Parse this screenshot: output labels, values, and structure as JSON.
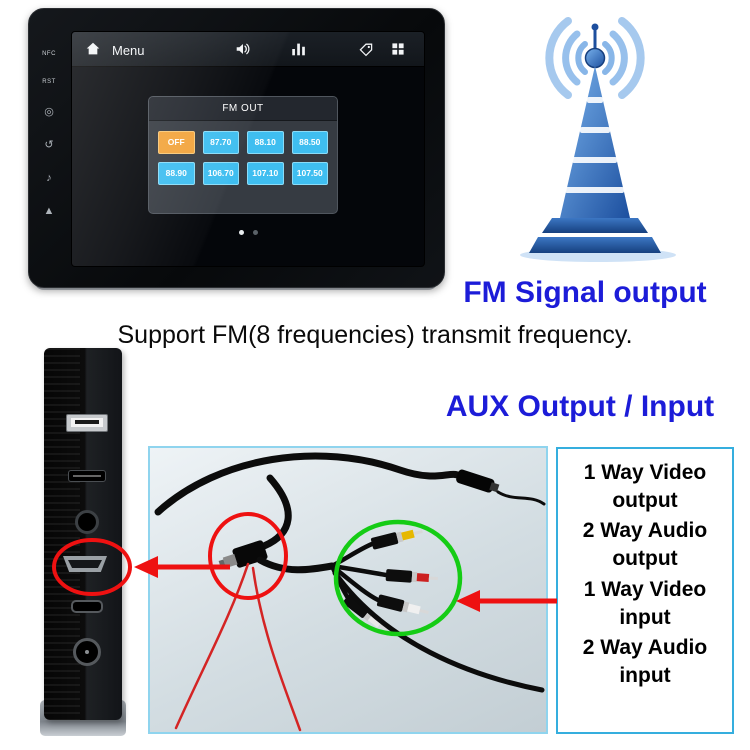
{
  "device": {
    "bezel": {
      "labels": [
        "NFC",
        "RST"
      ],
      "icons": [
        "◎",
        "↺",
        "♪",
        "▲"
      ]
    },
    "statusbar": {
      "menu_label": "Menu"
    },
    "fm_panel": {
      "title": "FM OUT",
      "buttons": [
        "OFF",
        "87.70",
        "88.10",
        "88.50",
        "88.90",
        "106.70",
        "107.10",
        "107.50"
      ]
    }
  },
  "headings": {
    "fm_signal_output": "FM Signal output",
    "support_line": "Support FM(8 frequencies) transmit frequency.",
    "aux_output_input": "AUX Output / Input"
  },
  "aux_io": {
    "lines": [
      "1 Way Video output",
      "2 Way Audio output",
      "1 Way Video input",
      "2 Way Audio input"
    ]
  },
  "icons": {
    "statusbar": [
      "home-icon",
      "volume-icon",
      "equalizer-icon",
      "tag-icon",
      "apps-grid-icon"
    ],
    "graphics": [
      "radio-tower-graphic",
      "hdmi-highlight-ellipse",
      "plug-highlight-circle",
      "rca-highlight-ellipse"
    ]
  },
  "colors": {
    "heading_blue": "#1c1cd8",
    "fm_button_blue": "#3fbef0",
    "fm_button_active_orange": "#f2a43c",
    "highlight_red": "#ee1111",
    "highlight_green": "#15cc15",
    "tower_blue": "#2f6fc0"
  }
}
